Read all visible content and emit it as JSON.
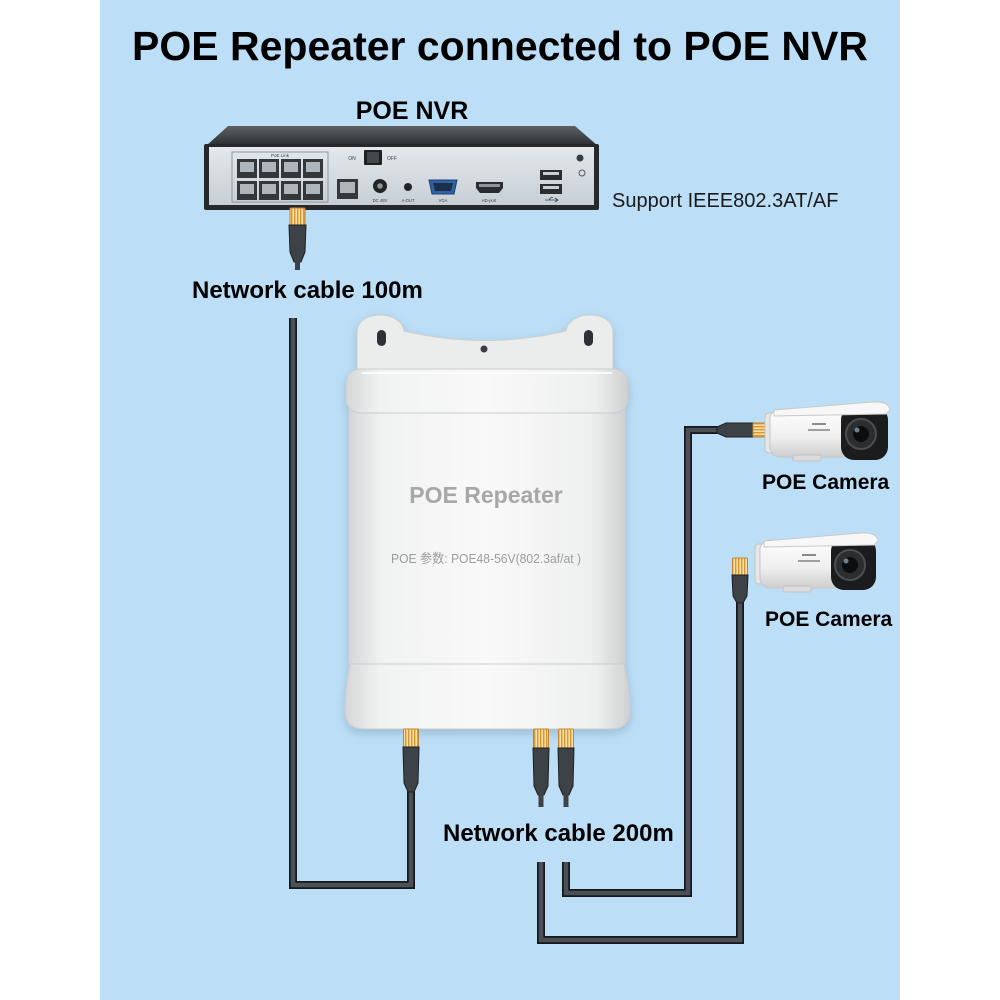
{
  "title": "POE Repeater connected to POE NVR",
  "nvr": {
    "label": "POE NVR",
    "support_text": "Support IEEE802.3AT/AF",
    "panel_labels": {
      "poe_link": "PoE Link",
      "switch_on": "ON",
      "switch_off": "OFF",
      "dc_in": "DC 48V",
      "audio_out": "A-OUT",
      "vga": "VGA",
      "hdmi": "HD-port"
    }
  },
  "upstream_cable": {
    "label": "Network cable 100m"
  },
  "repeater": {
    "name": "POE Repeater",
    "spec": "POE 参数: POE48-56V(802.3af/at )"
  },
  "downstream_cable": {
    "label": "Network cable 200m"
  },
  "cameras": [
    {
      "label": "POE Camera",
      "icon": "bullet-camera-icon"
    },
    {
      "label": "POE Camera",
      "icon": "bullet-camera-icon"
    }
  ],
  "colors": {
    "background": "#bcdff7",
    "cable": "#4a5055",
    "plug_contacts": "#d9982f",
    "text": "#000000",
    "repeater_text": "#a7a7a7"
  }
}
